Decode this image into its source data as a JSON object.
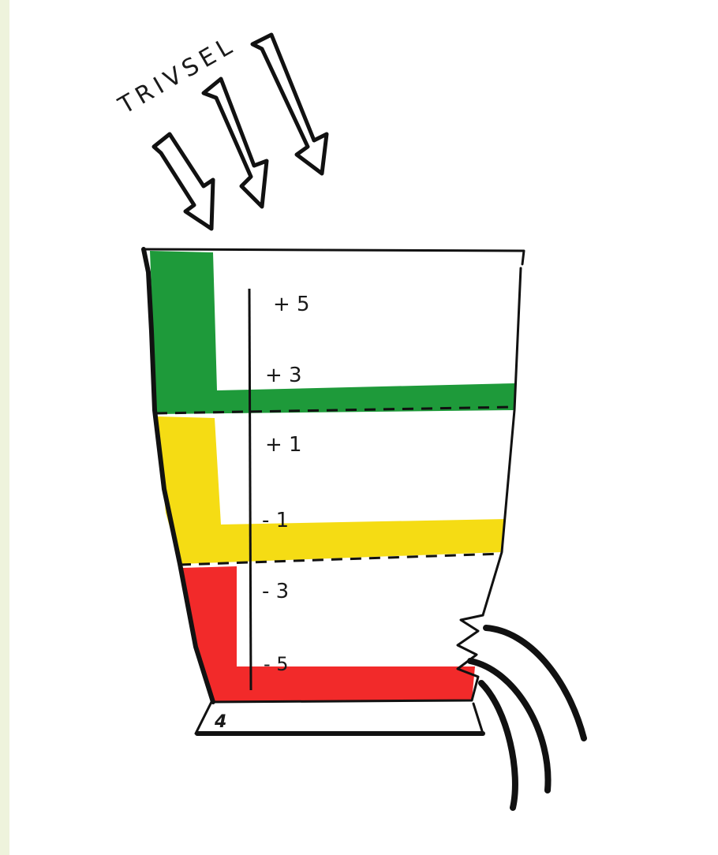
{
  "title": "TRIVSEL",
  "scale_labels": [
    "+ 5",
    "+ 3",
    "+ 1",
    "- 1",
    "- 3",
    "- 5"
  ],
  "base_label": "4",
  "colors": {
    "green": "#1e9a3a",
    "yellow": "#f5dc14",
    "red": "#f22a2a",
    "ink": "#111111",
    "background": "#eef3dc"
  },
  "icons": [
    "arrow-in-icon",
    "leak-arrow-icon"
  ]
}
